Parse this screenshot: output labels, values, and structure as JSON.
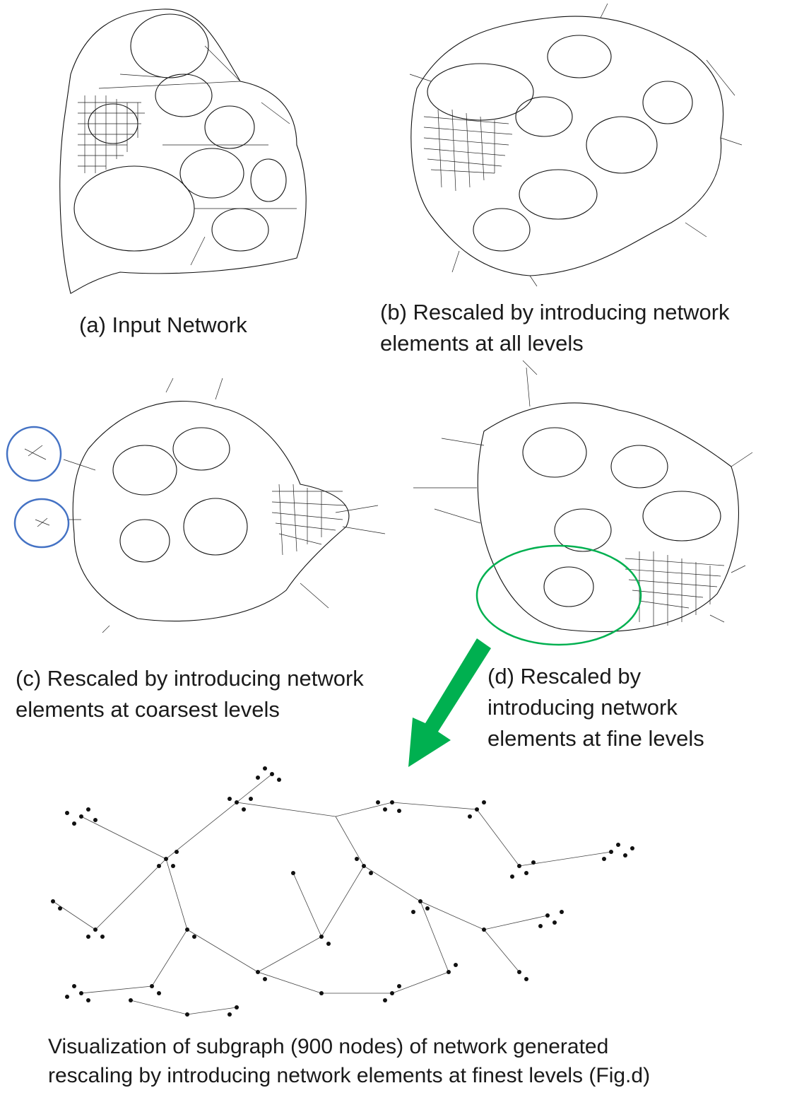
{
  "figure": {
    "panels": [
      {
        "id": "a",
        "caption": "(a) Input Network"
      },
      {
        "id": "b",
        "caption": "(b) Rescaled by introducing network\nelements at  all levels"
      },
      {
        "id": "c",
        "caption": "(c) Rescaled by introducing network\nelements at  coarsest levels"
      },
      {
        "id": "d",
        "caption": "(d) Rescaled by\nintroducing network\nelements at fine levels"
      }
    ],
    "bottom_caption": "Visualization of subgraph (900 nodes) of network generated\nrescaling by introducing network elements at finest levels (Fig.d)",
    "colors": {
      "highlight_circle_blue": "#4472c4",
      "highlight_circle_green": "#00b050",
      "arrow_green": "#00b050",
      "network": "#111111"
    }
  }
}
